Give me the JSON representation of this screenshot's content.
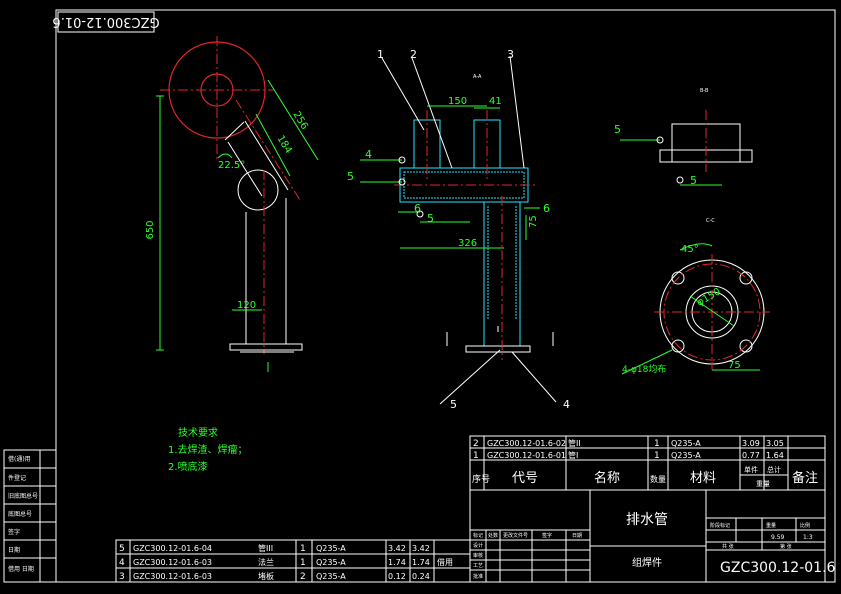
{
  "drawing_number": "GZC300.12-01.6",
  "drawing_number_stamp": "GZC300.12-01.6",
  "part_name": "排水管",
  "category": "组焊件",
  "section_labels": {
    "aa": "A-A",
    "bb": "B-B",
    "cc": "C-C"
  },
  "leaders": [
    "1",
    "2",
    "3",
    "4",
    "5"
  ],
  "weld_symbol_values": [
    "4",
    "5",
    "5",
    "6",
    "6",
    "5",
    "5"
  ],
  "dimensions": {
    "overall_height": "650",
    "diag_length": "256",
    "diag_length2": "184",
    "angle": "22.5°",
    "bottom_offset": "120",
    "top_spacing": "150",
    "top_right": "41",
    "width": "326",
    "height_small": "75",
    "flange_angle": "45°",
    "flange_dia": "φ150",
    "holes_note": "4-φ18均布",
    "flange_off": "75"
  },
  "tech_requirements": {
    "title": "技术要求",
    "items": [
      "1.去焊渣、焊瘤；",
      "2.喷底漆"
    ]
  },
  "bom_top": {
    "rows": [
      {
        "no": "2",
        "code": "GZC300.12-01.6-02",
        "name": "管II",
        "qty": "1",
        "material": "Q235-A",
        "unit": "3.09",
        "total": "3.05",
        "note": ""
      },
      {
        "no": "1",
        "code": "GZC300.12-01.6-01",
        "name": "管I",
        "qty": "1",
        "material": "Q235-A",
        "unit": "0.77",
        "total": "1.64",
        "note": ""
      }
    ],
    "header": {
      "no": "序号",
      "code": "代号",
      "name": "名称",
      "qty": "数量",
      "material": "材料",
      "unit": "单件",
      "total": "总计",
      "weight": "重量",
      "note": "备注"
    }
  },
  "bom_bottom": {
    "rows": [
      {
        "no": "5",
        "code": "GZC300.12-01.6-04",
        "name": "管III",
        "qty": "1",
        "material": "Q235-A",
        "unit": "3.42",
        "total": "3.42",
        "note": ""
      },
      {
        "no": "4",
        "code": "GZC300.12-01.6-03",
        "name": "法兰",
        "qty": "1",
        "material": "Q235-A",
        "unit": "1.74",
        "total": "1.74",
        "note": "借用"
      },
      {
        "no": "3",
        "code": "GZC300.12-01.6-03",
        "name": "堵板",
        "qty": "2",
        "material": "Q235-A",
        "unit": "0.12",
        "total": "0.24",
        "note": ""
      }
    ]
  },
  "title_block": {
    "stage": "阶段标记",
    "weight": "重量",
    "scale": "比例",
    "weight_value": "9.59",
    "scale_value": "1:3",
    "sheet": "共  张",
    "sheet_of": "第  张",
    "rev_headers": [
      "标记",
      "处数",
      "更改文件号",
      "签字",
      "日期"
    ],
    "roles": [
      "设计",
      "审核",
      "工艺",
      "批准"
    ]
  },
  "left_strip": [
    "借(通)用",
    "件登记",
    "旧底图总号",
    "底图总号",
    "签字",
    "日期",
    "借用 日期"
  ]
}
